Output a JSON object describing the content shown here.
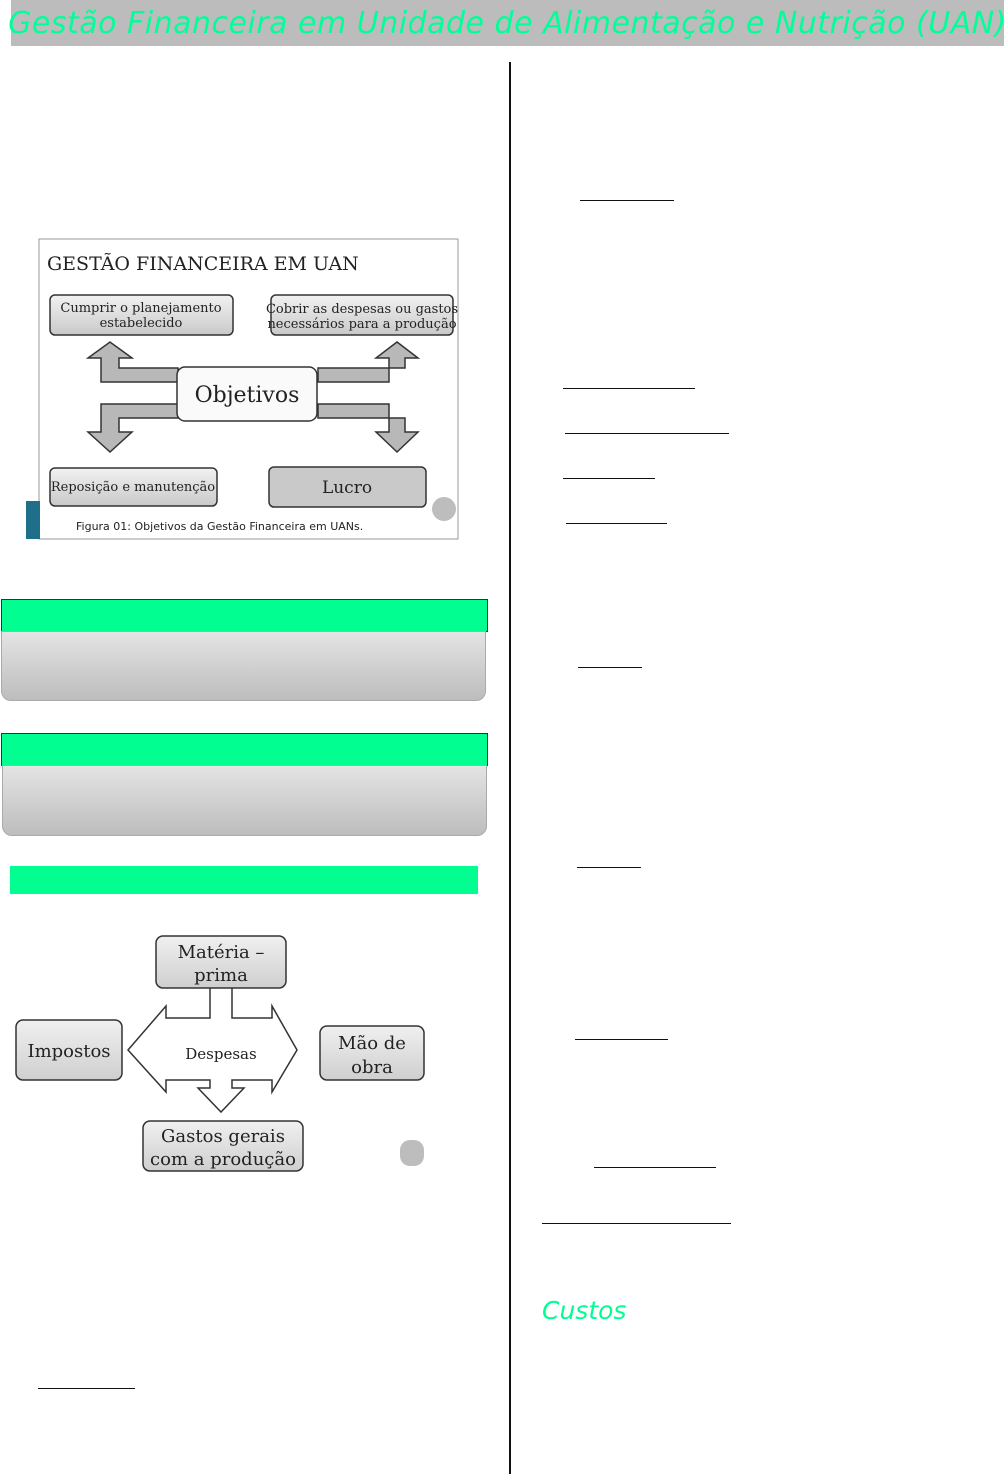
{
  "header": {
    "title": "Gestão Financeira em Unidade de Alimentação e Nutrição (UAN)"
  },
  "figure1": {
    "title": "GESTÃO FINANCEIRA EM UAN",
    "center": "Objetivos",
    "top_left": [
      "Cumprir o planejamento",
      "estabelecido"
    ],
    "top_right": [
      "Cobrir as despesas ou gastos",
      "necessários para a produção"
    ],
    "bottom_left": "Reposição e manutenção",
    "bottom_right": "Lucro",
    "caption": "Figura 01: Objetivos da Gestão Financeira em UANs."
  },
  "figure2": {
    "center": "Despesas",
    "top": [
      "Matéria –",
      "prima"
    ],
    "left": "Impostos",
    "right": [
      "Mão de",
      "obra"
    ],
    "bottom": [
      "Gastos gerais",
      "com a produção"
    ]
  },
  "sections": {
    "custos": "Custos"
  },
  "colors": {
    "accent": "#00ff90",
    "header_bg": "#bcbcbc"
  }
}
